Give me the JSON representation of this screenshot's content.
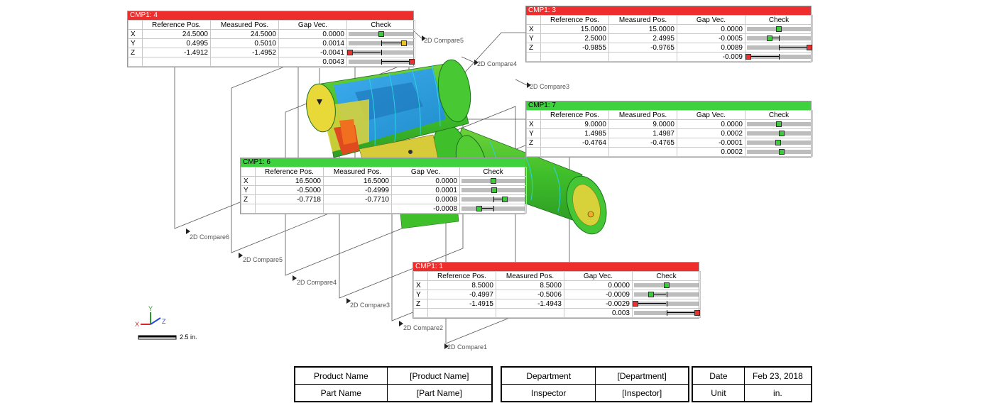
{
  "colors": {
    "fail": "#ee2d2d",
    "pass": "#3ed23e",
    "marker_green": "#3ec93e",
    "marker_yellow": "#f1c21b",
    "marker_red": "#e8322e"
  },
  "columns": [
    "Reference Pos.",
    "Measured Pos.",
    "Gap Vec.",
    "Check"
  ],
  "compares": [
    {
      "title": "CMP1: 4",
      "status": "fail",
      "rows": [
        {
          "axis": "X",
          "ref": "24.5000",
          "meas": "24.5000",
          "gap": "0.0000",
          "marker": "green",
          "pos": 0.5,
          "whisker": [
            0.5,
            0.5
          ]
        },
        {
          "axis": "Y",
          "ref": "0.4995",
          "meas": "0.5010",
          "gap": "0.0014",
          "marker": "yellow",
          "pos": 0.86,
          "whisker": [
            0.5,
            0.86
          ]
        },
        {
          "axis": "Z",
          "ref": "-1.4912",
          "meas": "-1.4952",
          "gap": "-0.0041",
          "marker": "red",
          "pos": 0.02,
          "whisker": [
            0.02,
            0.5
          ]
        },
        {
          "axis": "",
          "ref": "",
          "meas": "",
          "gap": "0.0043",
          "marker": "red",
          "pos": 0.98,
          "whisker": [
            0.5,
            0.98
          ]
        }
      ]
    },
    {
      "title": "CMP1: 3",
      "status": "fail",
      "rows": [
        {
          "axis": "X",
          "ref": "15.0000",
          "meas": "15.0000",
          "gap": "0.0000",
          "marker": "green",
          "pos": 0.5,
          "whisker": [
            0.5,
            0.5
          ]
        },
        {
          "axis": "Y",
          "ref": "2.5000",
          "meas": "2.4995",
          "gap": "-0.0005",
          "marker": "green",
          "pos": 0.36,
          "whisker": [
            0.36,
            0.5
          ]
        },
        {
          "axis": "Z",
          "ref": "-0.9855",
          "meas": "-0.9765",
          "gap": "0.0089",
          "marker": "red",
          "pos": 0.98,
          "whisker": [
            0.5,
            0.98
          ]
        },
        {
          "axis": "",
          "ref": "",
          "meas": "",
          "gap": "-0.009",
          "marker": "red",
          "pos": 0.02,
          "whisker": [
            0.02,
            0.5
          ]
        }
      ]
    },
    {
      "title": "CMP1: 7",
      "status": "pass",
      "rows": [
        {
          "axis": "X",
          "ref": "9.0000",
          "meas": "9.0000",
          "gap": "0.0000",
          "marker": "green",
          "pos": 0.5,
          "whisker": [
            0.5,
            0.5
          ]
        },
        {
          "axis": "Y",
          "ref": "1.4985",
          "meas": "1.4987",
          "gap": "0.0002",
          "marker": "green",
          "pos": 0.54,
          "whisker": [
            0.5,
            0.54
          ]
        },
        {
          "axis": "Z",
          "ref": "-0.4764",
          "meas": "-0.4765",
          "gap": "-0.0001",
          "marker": "green",
          "pos": 0.49,
          "whisker": [
            0.49,
            0.5
          ]
        },
        {
          "axis": "",
          "ref": "",
          "meas": "",
          "gap": "0.0002",
          "marker": "green",
          "pos": 0.54,
          "whisker": [
            0.5,
            0.54
          ]
        }
      ]
    },
    {
      "title": "CMP1: 6",
      "status": "pass",
      "rows": [
        {
          "axis": "X",
          "ref": "16.5000",
          "meas": "16.5000",
          "gap": "0.0000",
          "marker": "green",
          "pos": 0.5,
          "whisker": [
            0.5,
            0.5
          ]
        },
        {
          "axis": "Y",
          "ref": "-0.5000",
          "meas": "-0.4999",
          "gap": "0.0001",
          "marker": "green",
          "pos": 0.52,
          "whisker": [
            0.5,
            0.52
          ]
        },
        {
          "axis": "Z",
          "ref": "-0.7718",
          "meas": "-0.7710",
          "gap": "0.0008",
          "marker": "green",
          "pos": 0.68,
          "whisker": [
            0.5,
            0.68
          ]
        },
        {
          "axis": "",
          "ref": "",
          "meas": "",
          "gap": "-0.0008",
          "marker": "green",
          "pos": 0.28,
          "whisker": [
            0.28,
            0.5
          ]
        }
      ]
    },
    {
      "title": "CMP1: 1",
      "status": "fail",
      "rows": [
        {
          "axis": "X",
          "ref": "8.5000",
          "meas": "8.5000",
          "gap": "0.0000",
          "marker": "green",
          "pos": 0.5,
          "whisker": [
            0.5,
            0.5
          ]
        },
        {
          "axis": "Y",
          "ref": "-0.4997",
          "meas": "-0.5006",
          "gap": "-0.0009",
          "marker": "green",
          "pos": 0.26,
          "whisker": [
            0.26,
            0.5
          ]
        },
        {
          "axis": "Z",
          "ref": "-1.4915",
          "meas": "-1.4943",
          "gap": "-0.0029",
          "marker": "red",
          "pos": 0.02,
          "whisker": [
            0.02,
            0.5
          ]
        },
        {
          "axis": "",
          "ref": "",
          "meas": "",
          "gap": "0.003",
          "marker": "red",
          "pos": 0.98,
          "whisker": [
            0.5,
            0.98
          ]
        }
      ]
    }
  ],
  "plane_labels": {
    "right": [
      "2D Compare5",
      "2D Compare4",
      "2D Compare3"
    ],
    "bottom": [
      "2D Compare6",
      "2D Compare5",
      "2D Compare4",
      "2D Compare3",
      "2D Compare2",
      "2D Compare1"
    ]
  },
  "axes": {
    "x": "X",
    "y": "Y",
    "z": "Z"
  },
  "scale": {
    "label": "2.5 in."
  },
  "info": {
    "product_name_label": "Product Name",
    "product_name_value": "[Product Name]",
    "part_name_label": "Part Name",
    "part_name_value": "[Part Name]",
    "department_label": "Department",
    "department_value": "[Department]",
    "inspector_label": "Inspector",
    "inspector_value": "[Inspector]",
    "date_label": "Date",
    "date_value": "Feb 23, 2018",
    "unit_label": "Unit",
    "unit_value": "in."
  }
}
